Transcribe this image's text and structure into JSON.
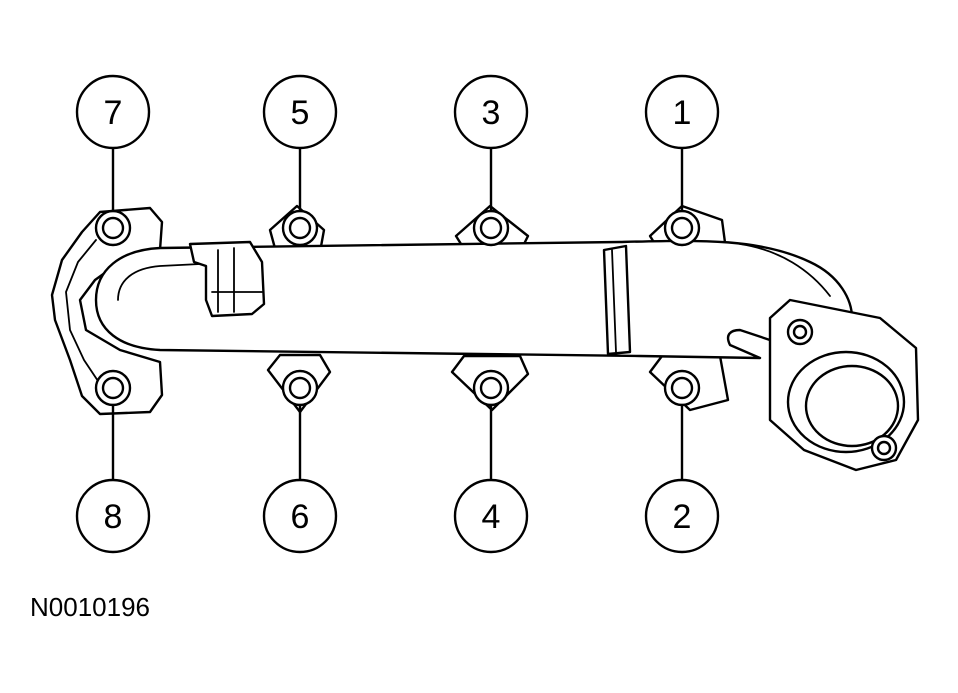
{
  "figure_id": "N0010196",
  "callouts": [
    {
      "number": "7",
      "side": "top",
      "port": 1
    },
    {
      "number": "5",
      "side": "top",
      "port": 2
    },
    {
      "number": "3",
      "side": "top",
      "port": 3
    },
    {
      "number": "1",
      "side": "top",
      "port": 4
    },
    {
      "number": "8",
      "side": "bottom",
      "port": 1
    },
    {
      "number": "6",
      "side": "bottom",
      "port": 2
    },
    {
      "number": "4",
      "side": "bottom",
      "port": 3
    },
    {
      "number": "2",
      "side": "bottom",
      "port": 4
    }
  ]
}
